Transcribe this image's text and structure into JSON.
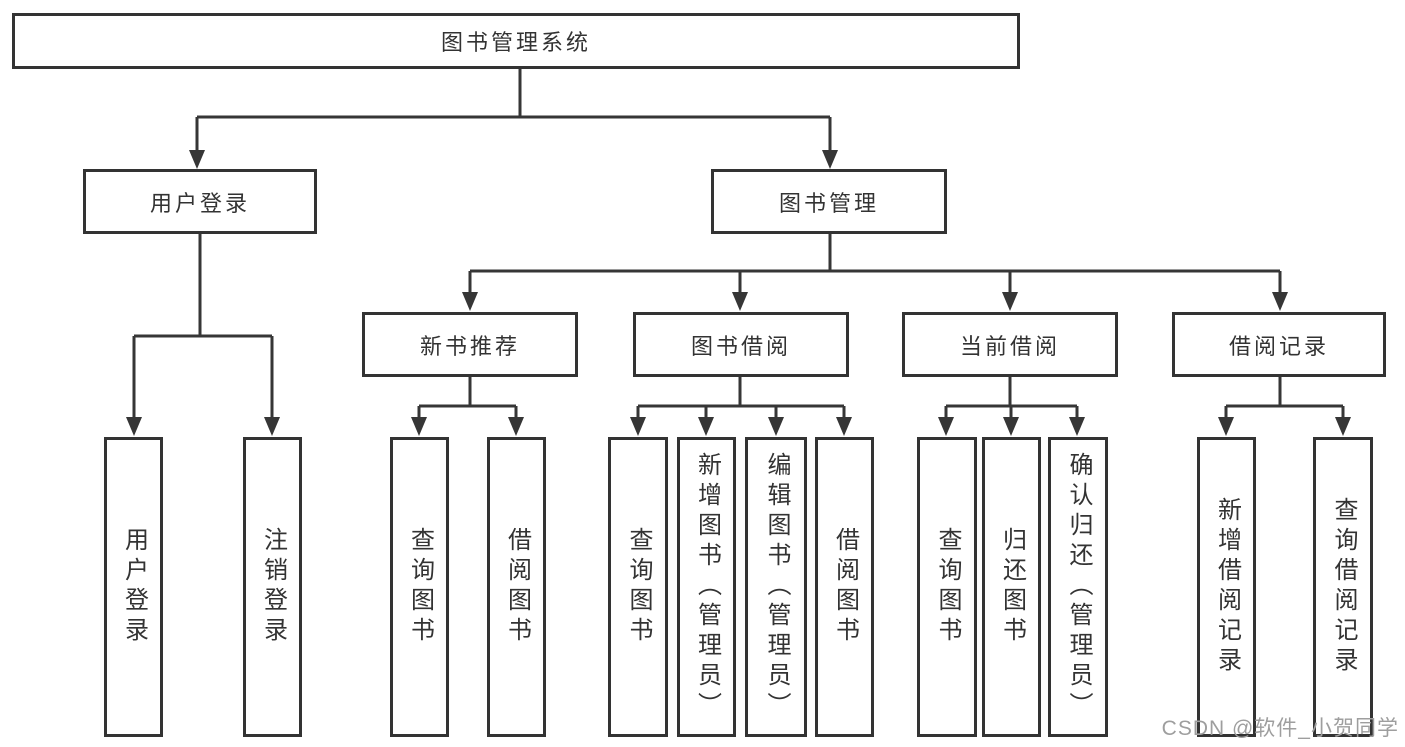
{
  "tree": {
    "root": {
      "label": "图书管理系统"
    },
    "branches": [
      {
        "label": "用户登录",
        "children": [
          {
            "label": "用户登录"
          },
          {
            "label": "注销登录"
          }
        ]
      },
      {
        "label": "图书管理",
        "groups": [
          {
            "label": "新书推荐",
            "children": [
              {
                "label": "查询图书"
              },
              {
                "label": "借阅图书"
              }
            ]
          },
          {
            "label": "图书借阅",
            "children": [
              {
                "label": "查询图书"
              },
              {
                "label": "新增图书（管理员）"
              },
              {
                "label": "编辑图书（管理员）"
              },
              {
                "label": "借阅图书"
              }
            ]
          },
          {
            "label": "当前借阅",
            "children": [
              {
                "label": "查询图书"
              },
              {
                "label": "归还图书"
              },
              {
                "label": "确认归还（管理员）"
              }
            ]
          },
          {
            "label": "借阅记录",
            "children": [
              {
                "label": "新增借阅记录"
              },
              {
                "label": "查询借阅记录"
              }
            ]
          }
        ]
      }
    ]
  },
  "watermark": {
    "text": "CSDN @软件_小贺同学"
  },
  "colors": {
    "line": "#363636",
    "box_border": "#333333",
    "text": "#333333",
    "watermark": "#9e9e9e",
    "background": "#ffffff"
  }
}
